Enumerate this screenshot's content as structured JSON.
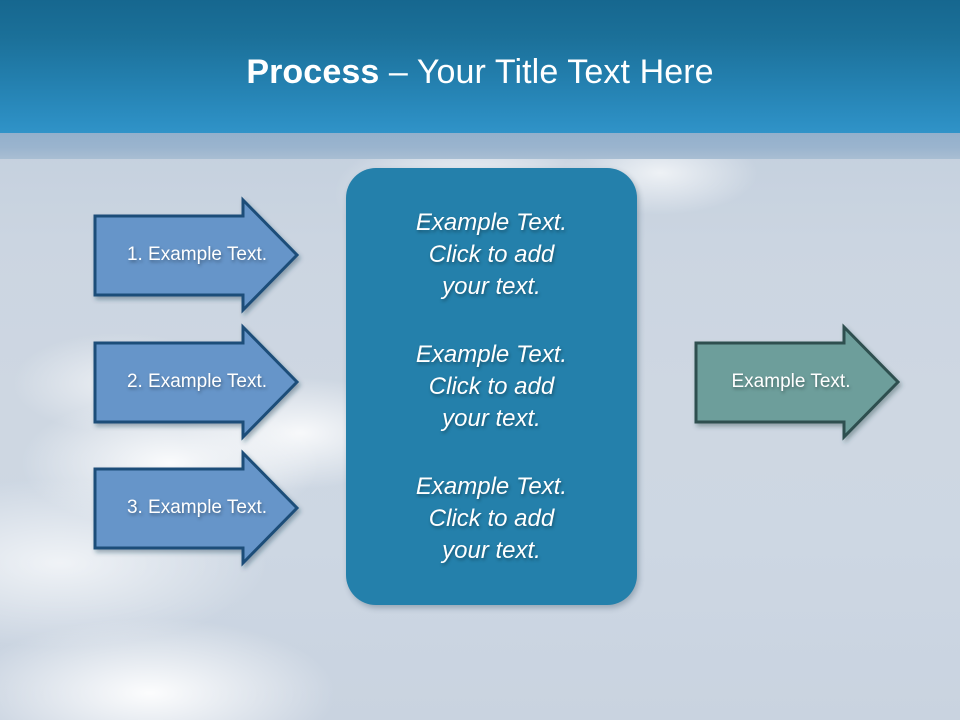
{
  "slide": {
    "title": {
      "bold_part": "Process",
      "separator": " – ",
      "rest_part": "Your Title Text Here",
      "full": "Process – Your Title Text Here"
    },
    "theme": {
      "header_top_color": "#16678f",
      "header_bottom_color": "#3093c8",
      "band_color": "#9ab4ce",
      "background_color": "#ccd6e2",
      "center_box_color": "#2480ab",
      "blue_arrow_fill": "#6695c9",
      "blue_arrow_stroke": "#1f4e79",
      "green_arrow_fill": "#6d9e9b",
      "green_arrow_stroke": "#2f4f4f",
      "text_color": "#ffffff"
    }
  },
  "input_arrows": [
    {
      "label": "1. Example Text.",
      "index": 1
    },
    {
      "label": "2. Example Text.",
      "index": 2
    },
    {
      "label": "3. Example Text.",
      "index": 3
    }
  ],
  "center_box": {
    "paragraphs": [
      "Example Text.\nClick  to add\nyour text.",
      "Example Text.\nClick  to add\nyour text.",
      "Example Text.\nClick  to add\nyour text."
    ]
  },
  "output_arrow": {
    "label": "Example Text."
  }
}
